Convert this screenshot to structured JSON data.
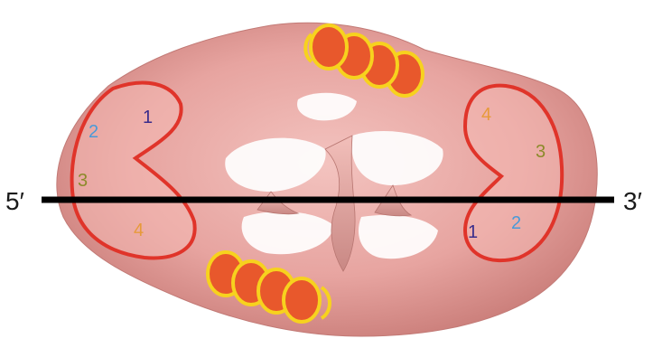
{
  "strand": {
    "left_label": "5′",
    "right_label": "3′"
  },
  "left_domain": {
    "numbers": [
      {
        "text": "1",
        "color": "#3a2d8c"
      },
      {
        "text": "2",
        "color": "#4a9ad8"
      },
      {
        "text": "3",
        "color": "#8c8a2a"
      },
      {
        "text": "4",
        "color": "#e79a3a"
      }
    ]
  },
  "right_domain": {
    "numbers": [
      {
        "text": "4",
        "color": "#e79a3a"
      },
      {
        "text": "3",
        "color": "#8c8a2a"
      },
      {
        "text": "1",
        "color": "#3a2d8c"
      },
      {
        "text": "2",
        "color": "#4a9ad8"
      }
    ]
  },
  "colors": {
    "density": "#e7a4a0",
    "density_shadow": "#c97c78",
    "outline": "#e0342a",
    "cylinder_fill": "#e8582c",
    "cylinder_rim": "#f7d21e",
    "strand": "#000000"
  }
}
